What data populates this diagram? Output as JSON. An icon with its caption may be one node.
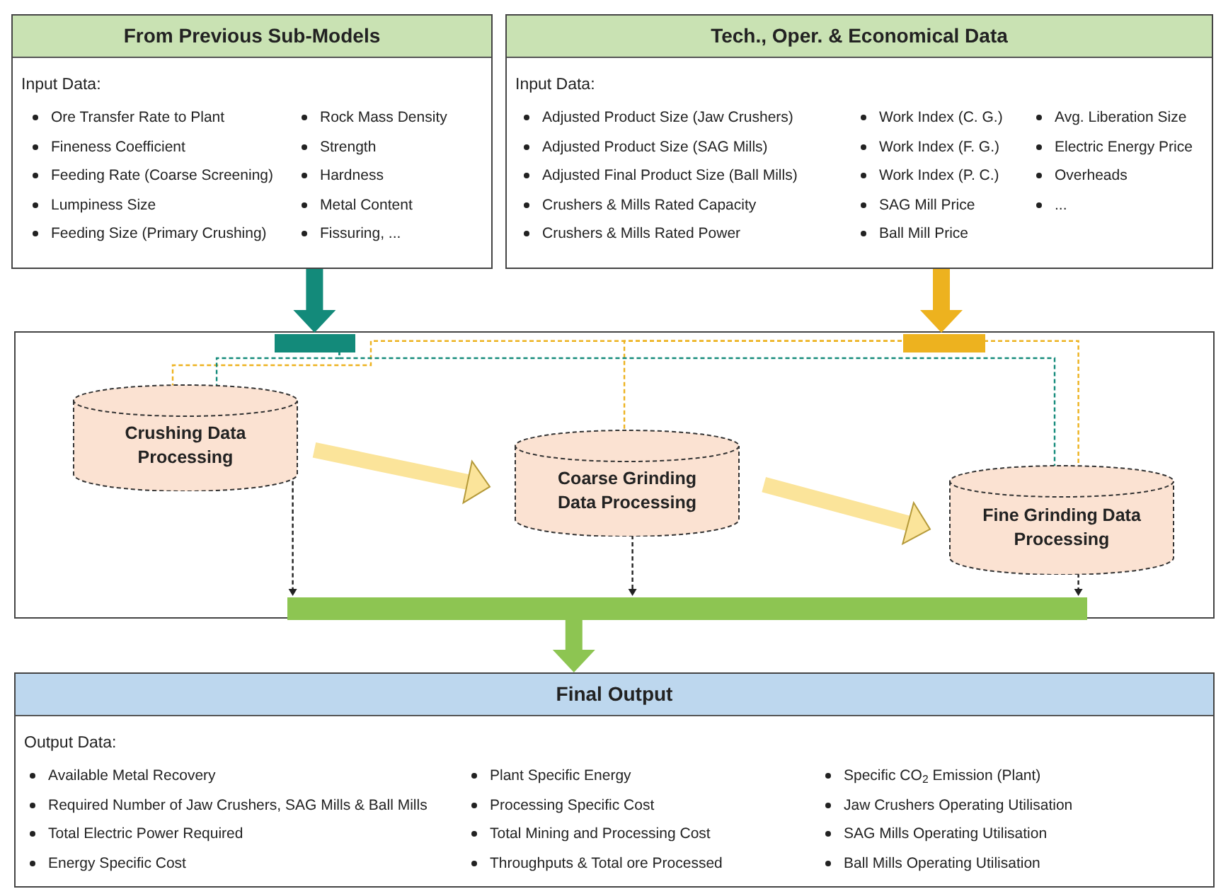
{
  "diagram": {
    "nodes": [
      {
        "text": [
          "From Previous Sub-Models",
          "Input Data:",
          "Ore Transfer Rate to Plant",
          "Fineness Coefficient",
          "Feeding Rate (Coarse Screening)",
          "Lumpiness Size",
          "Feeding Size (Primary Crushing)",
          "Rock Mass Density",
          "Strength",
          "Hardness",
          "Metal Content",
          "Fissuring, ..."
        ]
      },
      {
        "text": [
          "Tech., Oper. & Economical Data",
          "Input Data:",
          "Adjusted Product Size (Jaw Crushers)",
          "Adjusted Product Size (SAG Mills)",
          "Adjusted Final Product Size (Ball Mills)",
          "Crushers & Mills Rated Capacity",
          "Crushers & Mills Rated Power",
          "Work Index (C. G.)",
          "Work Index (F. G.)",
          "Work Index (P. C.)",
          "SAG Mill Price",
          "Ball Mill Price",
          "Avg. Liberation Size",
          "Electric Energy Price",
          "Overheads",
          "..."
        ]
      },
      {
        "text": [],
        "shape": "box"
      },
      {
        "text": [],
        "shape": "bar",
        "in": 2
      },
      {
        "text": [],
        "shape": "bar",
        "in": 2
      },
      {
        "text": [
          "Crushing Data Processing"
        ],
        "in": 2
      },
      {
        "text": [
          "Coarse Grinding Data Processing"
        ],
        "in": 2
      },
      {
        "text": [
          "Fine Grinding Data Processing"
        ],
        "in": 2
      },
      {
        "text": [],
        "shape": "bar",
        "in": 2
      },
      {
        "text": [
          "Final Output",
          "Output Data:",
          "Available Metal Recovery",
          "Required Number of Jaw Crushers, SAG Mills & Ball Mills",
          "Total Electric Power Required",
          "Energy Specific Cost",
          "Plant Specific Energy",
          "Processing Specific Cost",
          "Total Mining and Processing Cost",
          "Throughputs & Total ore Processed",
          "Specific CO$_{2}$ Emission (Plant)",
          "Jaw Crushers Operating Utilisation",
          "SAG Mills Operating Utilisation",
          "Ball Mills Operating Utilisation"
        ]
      }
    ],
    "edges": [
      {
        "from": 0,
        "to": 3,
        "arrow": "to",
        "style": "thick",
        "color": "#138a7a"
      },
      {
        "from": 1,
        "to": 4,
        "arrow": "to",
        "style": "thick",
        "color": "#edb21f"
      },
      {
        "from": 4,
        "to": 5,
        "arrow": "to",
        "style": "dashed",
        "color": "#edb21f"
      },
      {
        "from": 3,
        "to": 5,
        "arrow": "to",
        "style": "dashed",
        "color": "#138a7a"
      },
      {
        "from": 4,
        "to": 6,
        "arrow": "to",
        "style": "dashed",
        "color": "#edb21f"
      },
      {
        "from": 3,
        "to": 7,
        "arrow": "to",
        "style": "dashed",
        "color": "#138a7a"
      },
      {
        "from": 4,
        "to": 7,
        "arrow": "to",
        "style": "dashed",
        "color": "#edb21f"
      },
      {
        "from": 5,
        "to": 6,
        "arrow": "to",
        "style": "thick",
        "color": "#fbe49a"
      },
      {
        "from": 6,
        "to": 7,
        "arrow": "to",
        "style": "thick",
        "color": "#fbe49a"
      },
      {
        "from": 5,
        "to": 8,
        "arrow": "to",
        "style": "dashed",
        "color": "#222222"
      },
      {
        "from": 6,
        "to": 8,
        "arrow": "to",
        "style": "dashed",
        "color": "#222222"
      },
      {
        "from": 7,
        "to": 8,
        "arrow": "to",
        "style": "dashed",
        "color": "#222222"
      },
      {
        "from": 8,
        "to": 9,
        "arrow": "to",
        "style": "thick",
        "color": "#8dc552"
      }
    ]
  }
}
